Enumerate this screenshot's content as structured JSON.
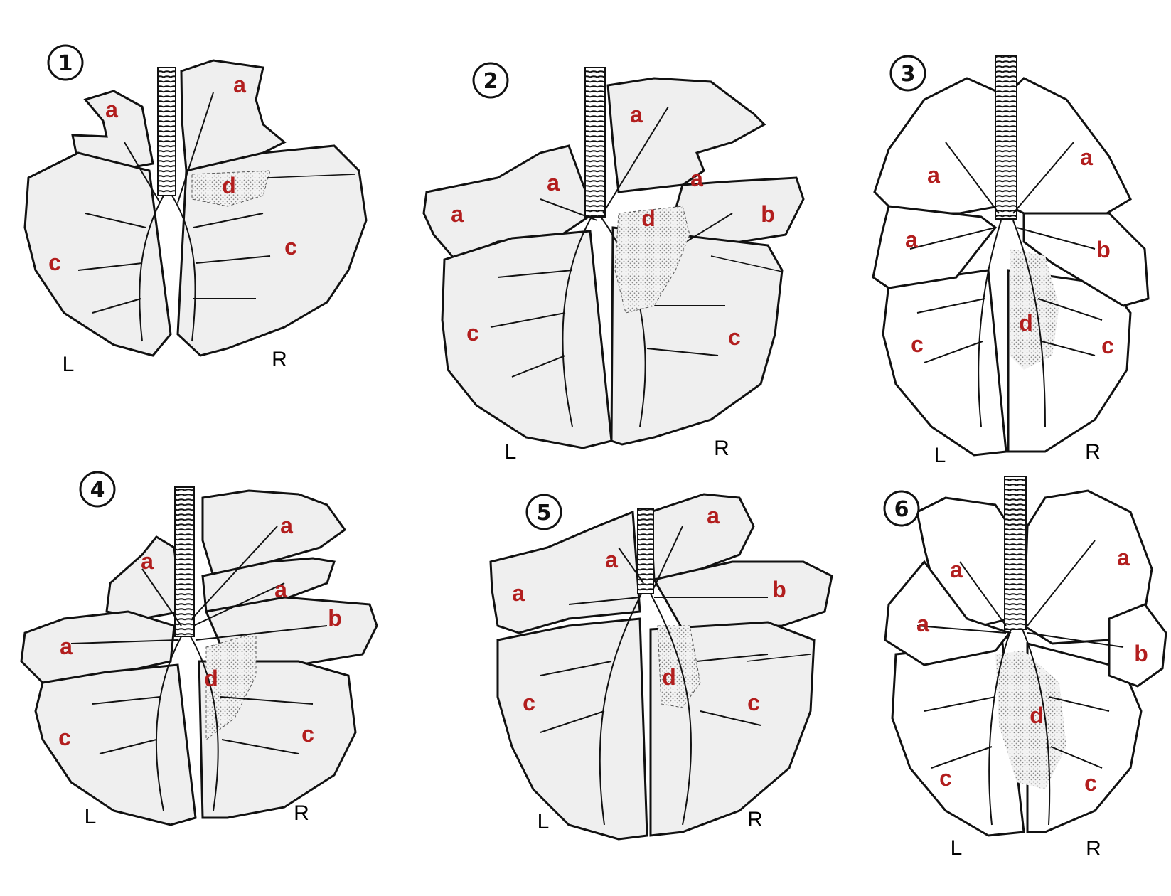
{
  "colors": {
    "lobe_fill": "#efefef",
    "outline": "#111111",
    "airway": "#ffffff",
    "label": "#b21e1e",
    "side_text": "#000000",
    "stipple": "#9a9a9a"
  },
  "panels": [
    {
      "number": "1",
      "left_side": "L",
      "right_side": "R",
      "labels": [
        "a",
        "a",
        "d",
        "c",
        "c"
      ]
    },
    {
      "number": "2",
      "left_side": "L",
      "right_side": "R",
      "labels": [
        "a",
        "a",
        "a",
        "a",
        "d",
        "b",
        "c",
        "c"
      ]
    },
    {
      "number": "3",
      "left_side": "L",
      "right_side": "R",
      "labels": [
        "a",
        "a",
        "a",
        "b",
        "d",
        "c",
        "c"
      ]
    },
    {
      "number": "4",
      "left_side": "L",
      "right_side": "R",
      "labels": [
        "a",
        "a",
        "a",
        "a",
        "b",
        "d",
        "c",
        "c"
      ]
    },
    {
      "number": "5",
      "left_side": "L",
      "right_side": "R",
      "labels": [
        "a",
        "a",
        "a",
        "b",
        "d",
        "c",
        "c"
      ]
    },
    {
      "number": "6",
      "left_side": "L",
      "right_side": "R",
      "labels": [
        "a",
        "a",
        "a",
        "b",
        "d",
        "c",
        "c"
      ]
    }
  ]
}
